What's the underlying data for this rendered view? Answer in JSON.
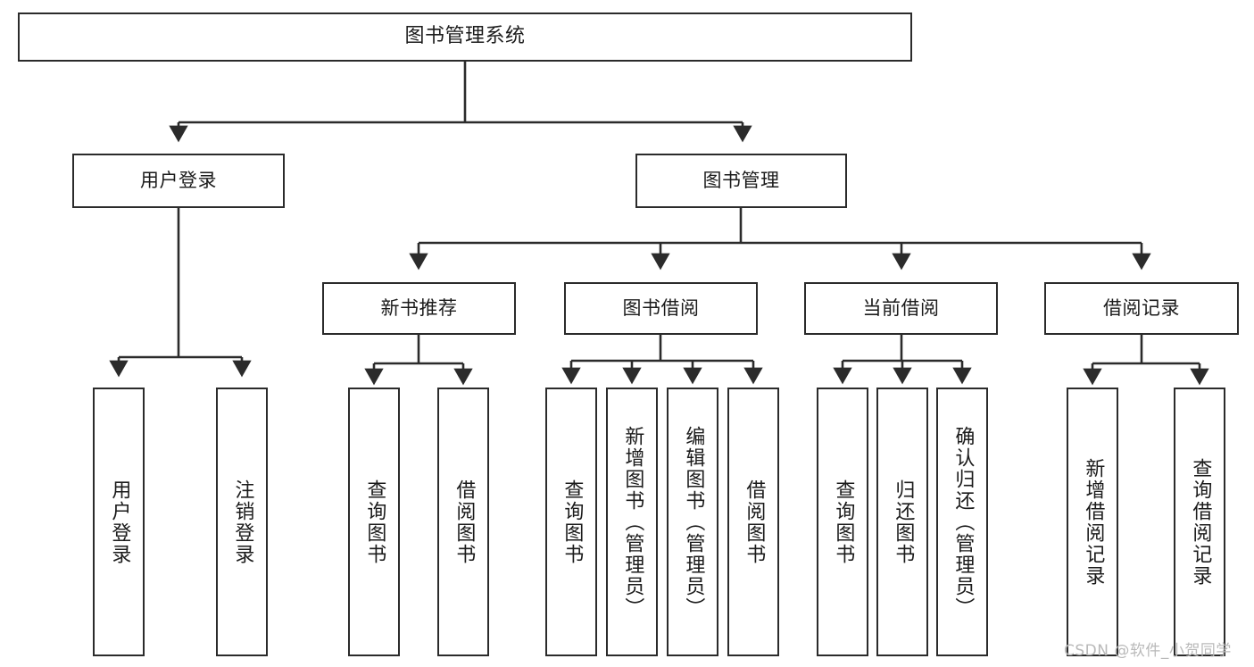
{
  "diagram": {
    "title": "图书管理系统",
    "type": "tree",
    "orientation": "top-down",
    "colors": {
      "box_border": "#2b2b2b",
      "box_fill": "#ffffff",
      "edge": "#2b2b2b",
      "text": "#1b1b1b",
      "watermark": "#b9b9b9",
      "background": "#ffffff"
    },
    "watermark": "CSDN @软件_小贺同学",
    "nodes": {
      "root": {
        "label": "图书管理系统"
      },
      "level1": [
        {
          "id": "user-login",
          "label": "用户登录"
        },
        {
          "id": "book-management",
          "label": "图书管理"
        }
      ],
      "level2": [
        {
          "id": "new-book-recommend",
          "label": "新书推荐",
          "parent": "book-management"
        },
        {
          "id": "book-borrow",
          "label": "图书借阅",
          "parent": "book-management"
        },
        {
          "id": "current-borrow",
          "label": "当前借阅",
          "parent": "book-management"
        },
        {
          "id": "borrow-record",
          "label": "借阅记录",
          "parent": "book-management"
        }
      ],
      "leaves": {
        "user-login": [
          {
            "id": "leaf-user-login",
            "label": "用户登录"
          },
          {
            "id": "leaf-logout",
            "label": "注销登录"
          }
        ],
        "new-book-recommend": [
          {
            "id": "leaf-query-book-1",
            "label": "查询图书"
          },
          {
            "id": "leaf-borrow-book-1",
            "label": "借阅图书"
          }
        ],
        "book-borrow": [
          {
            "id": "leaf-query-book-2",
            "label": "查询图书"
          },
          {
            "id": "leaf-add-book",
            "label": "新增图书（管理员）"
          },
          {
            "id": "leaf-edit-book",
            "label": "编辑图书（管理员）"
          },
          {
            "id": "leaf-borrow-book-2",
            "label": "借阅图书"
          }
        ],
        "current-borrow": [
          {
            "id": "leaf-query-book-3",
            "label": "查询图书"
          },
          {
            "id": "leaf-return-book",
            "label": "归还图书"
          },
          {
            "id": "leaf-confirm-return",
            "label": "确认归还（管理员）"
          }
        ],
        "borrow-record": [
          {
            "id": "leaf-add-record",
            "label": "新增借阅记录"
          },
          {
            "id": "leaf-query-record",
            "label": "查询借阅记录"
          }
        ]
      }
    }
  }
}
